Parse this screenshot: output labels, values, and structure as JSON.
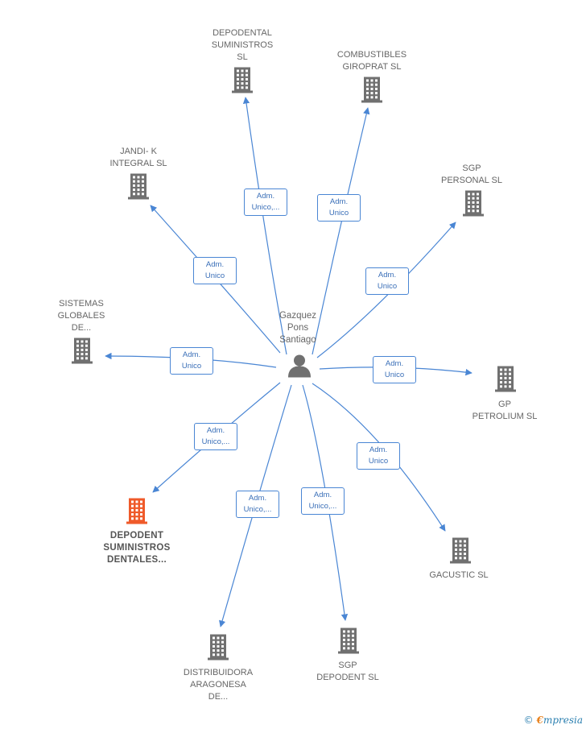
{
  "center": {
    "name_lines": [
      "Gazquez",
      "Pons",
      "Santiago"
    ],
    "icon": "person-icon"
  },
  "colors": {
    "edge": "#4a86d4",
    "node": "#707070",
    "highlight": "#ef5a2a"
  },
  "nodes": [
    {
      "id": "depodental-suministros",
      "lines": [
        "DEPODENTAL",
        "SUMINISTROS",
        "SL"
      ],
      "relation": [
        "Adm.",
        "Unico,..."
      ],
      "highlight": false
    },
    {
      "id": "combustibles-giroprat",
      "lines": [
        "COMBUSTIBLES",
        "GIROPRAT SL"
      ],
      "relation": [
        "Adm.",
        "Unico"
      ],
      "highlight": false
    },
    {
      "id": "jandi-k-integral",
      "lines": [
        "JANDI- K",
        "INTEGRAL SL"
      ],
      "relation": [
        "Adm.",
        "Unico"
      ],
      "highlight": false
    },
    {
      "id": "sgp-personal",
      "lines": [
        "SGP",
        "PERSONAL SL"
      ],
      "relation": [
        "Adm.",
        "Unico"
      ],
      "highlight": false
    },
    {
      "id": "sistemas-globales",
      "lines": [
        "SISTEMAS",
        "GLOBALES",
        "DE..."
      ],
      "relation": [
        "Adm.",
        "Unico"
      ],
      "highlight": false
    },
    {
      "id": "gp-petrolium",
      "lines": [
        "GP",
        "PETROLIUM SL"
      ],
      "relation": [
        "Adm.",
        "Unico"
      ],
      "highlight": false
    },
    {
      "id": "depodent-suministros-dentales",
      "lines": [
        "DEPODENT",
        "SUMINISTROS",
        "DENTALES..."
      ],
      "relation": [
        "Adm.",
        "Unico,..."
      ],
      "highlight": true
    },
    {
      "id": "gacustic",
      "lines": [
        "GACUSTIC SL"
      ],
      "relation": [
        "Adm.",
        "Unico"
      ],
      "highlight": false
    },
    {
      "id": "distribuidora-aragonesa",
      "lines": [
        "DISTRIBUIDORA",
        "ARAGONESA",
        "DE..."
      ],
      "relation": [
        "Adm.",
        "Unico,..."
      ],
      "highlight": false
    },
    {
      "id": "sgp-depodent",
      "lines": [
        "SGP",
        "DEPODENT  SL"
      ],
      "relation": [
        "Adm.",
        "Unico,..."
      ],
      "highlight": false
    }
  ],
  "footer": {
    "copyright_symbol": "©",
    "brand_initial": "€",
    "brand_rest": "mpresia"
  }
}
